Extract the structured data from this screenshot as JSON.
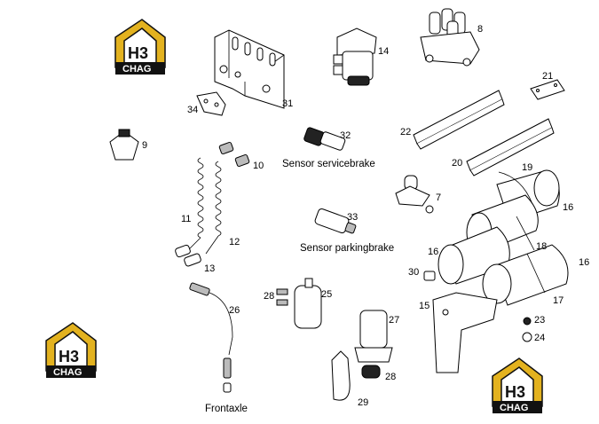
{
  "logo": {
    "letters": "H3",
    "brand": "CHAG",
    "color_gold": "#E3B21F",
    "color_black": "#111111"
  },
  "callouts": [
    "8",
    "14",
    "31",
    "34",
    "9",
    "10",
    "11",
    "12",
    "13",
    "32",
    "33",
    "21",
    "22",
    "20",
    "19",
    "16",
    "7",
    "18",
    "30",
    "15",
    "17",
    "23",
    "24",
    "25",
    "26",
    "27",
    "28",
    "29"
  ],
  "captions": {
    "servicebrake": "Sensor servicebrake",
    "parkingbrake": "Sensor  parkingbrake",
    "frontaxle": "Frontaxle"
  }
}
